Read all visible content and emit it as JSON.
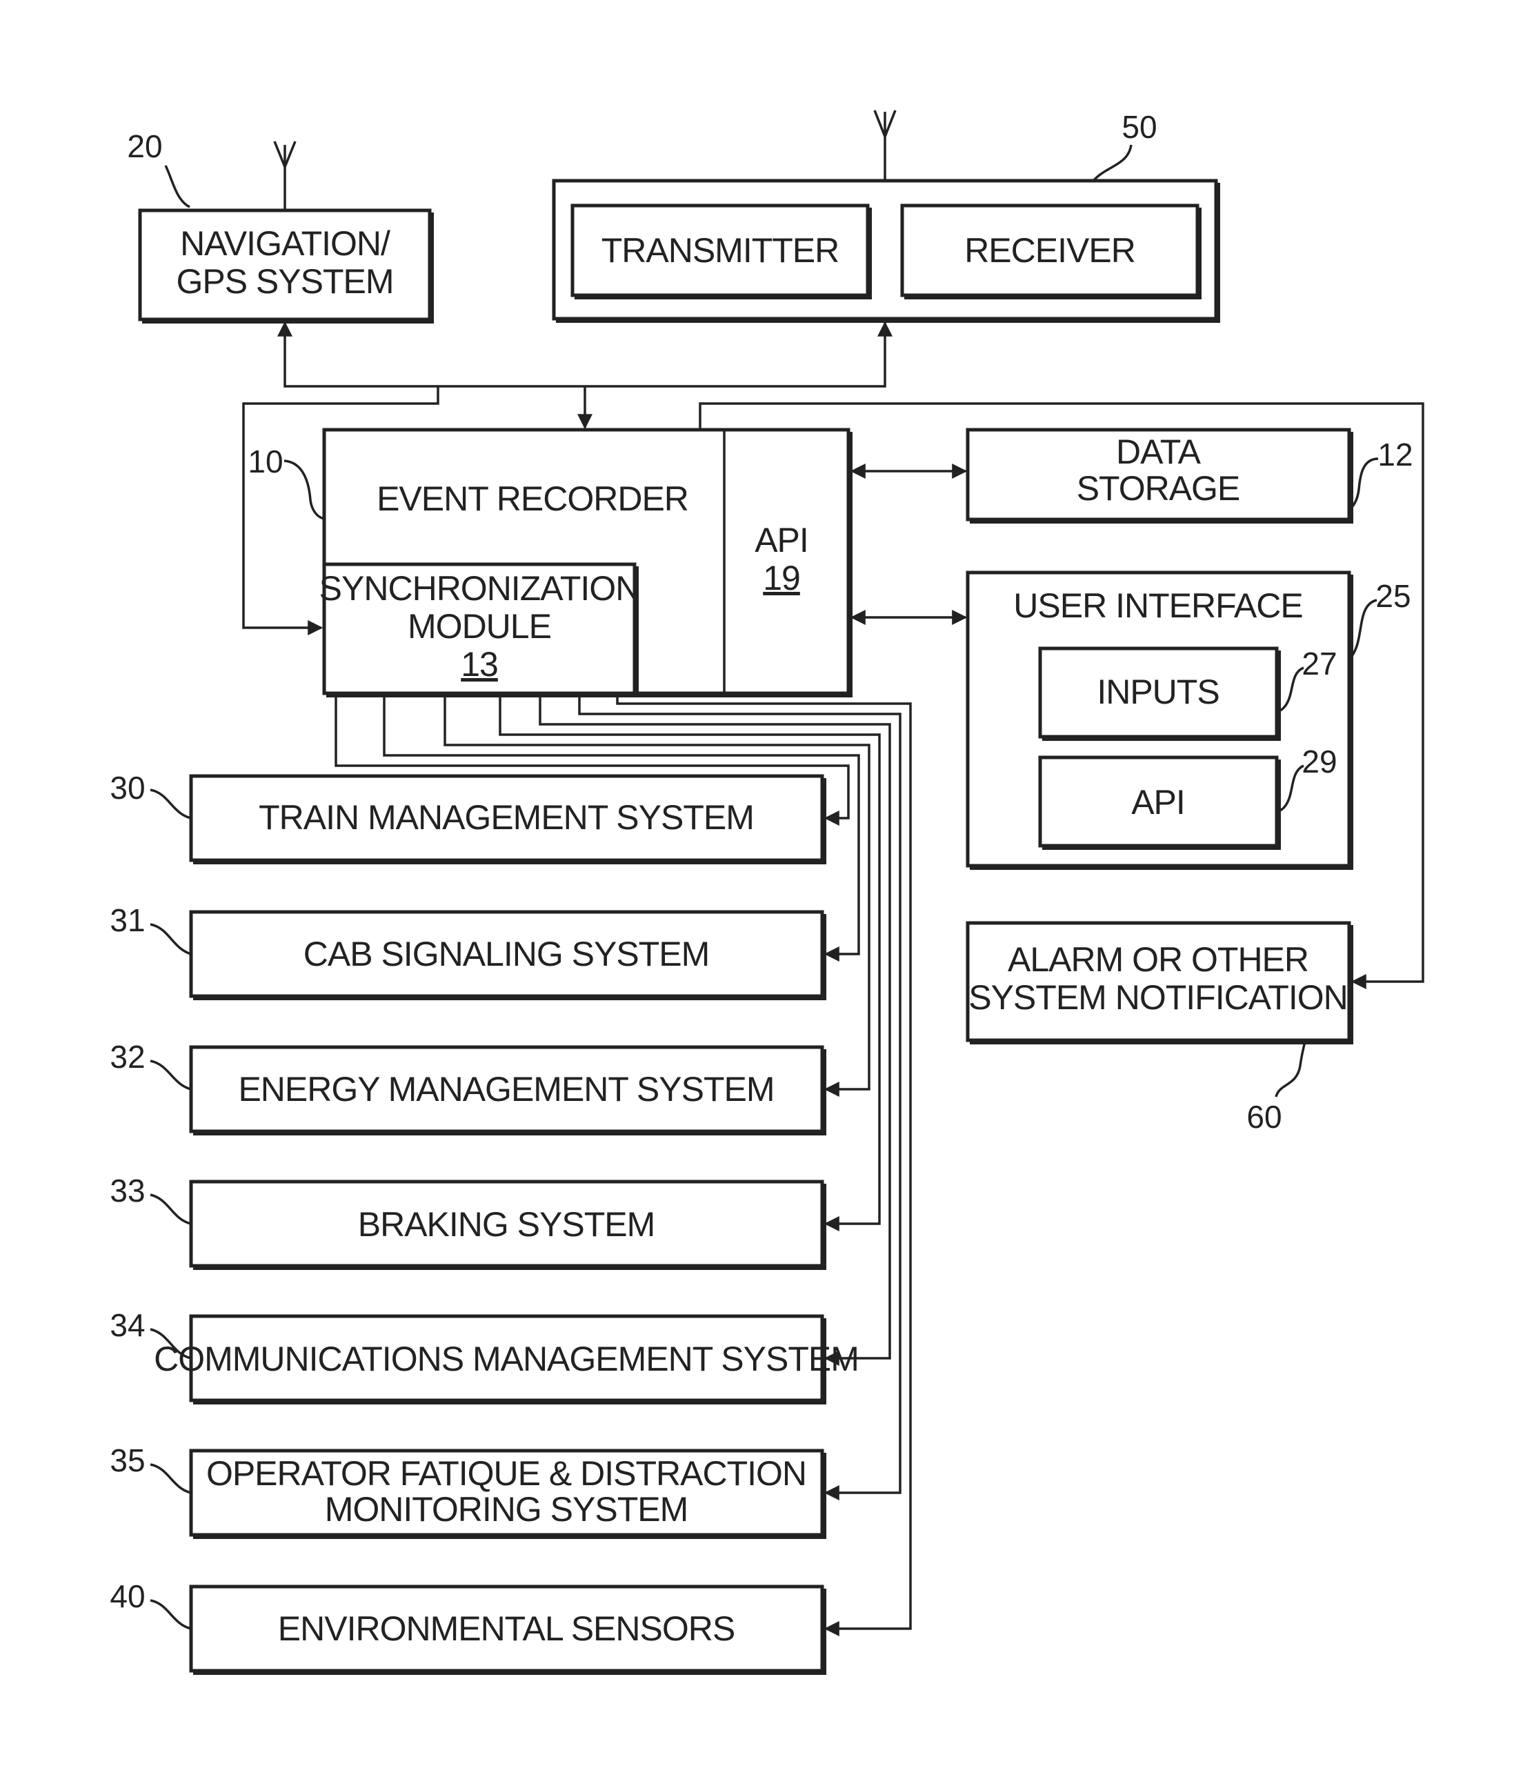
{
  "nodes": {
    "navigation": {
      "line1": "NAVIGATION/",
      "line2": "GPS SYSTEM",
      "ref": "20"
    },
    "comm_unit": {
      "ref": "50",
      "transmitter": "TRANSMITTER",
      "receiver": "RECEIVER"
    },
    "event_recorder": {
      "label": "EVENT RECORDER",
      "ref": "10"
    },
    "sync_module": {
      "line1": "SYNCHRONIZATION",
      "line2": "MODULE",
      "num": "13"
    },
    "api_main": {
      "label": "API",
      "num": "19"
    },
    "data_storage": {
      "line1": "DATA",
      "line2": "STORAGE",
      "ref": "12"
    },
    "user_interface": {
      "label": "USER INTERFACE",
      "ref": "25"
    },
    "inputs": {
      "label": "INPUTS",
      "ref": "27"
    },
    "api_ui": {
      "label": "API",
      "ref": "29"
    },
    "alarm": {
      "line1": "ALARM OR OTHER",
      "line2": "SYSTEM NOTIFICATION",
      "ref": "60"
    },
    "train_mgmt": {
      "label": "TRAIN MANAGEMENT SYSTEM",
      "ref": "30"
    },
    "cab_signal": {
      "label": "CAB SIGNALING SYSTEM",
      "ref": "31"
    },
    "energy_mgmt": {
      "label": "ENERGY MANAGEMENT SYSTEM",
      "ref": "32"
    },
    "braking": {
      "label": "BRAKING SYSTEM",
      "ref": "33"
    },
    "comms_mgmt": {
      "label": "COMMUNICATIONS MANAGEMENT SYSTEM",
      "ref": "34"
    },
    "operator_fatigue": {
      "line1": "OPERATOR FATIQUE & DISTRACTION",
      "line2": "MONITORING SYSTEM",
      "ref": "35"
    },
    "env_sensors": {
      "label": "ENVIRONMENTAL SENSORS",
      "ref": "40"
    }
  }
}
